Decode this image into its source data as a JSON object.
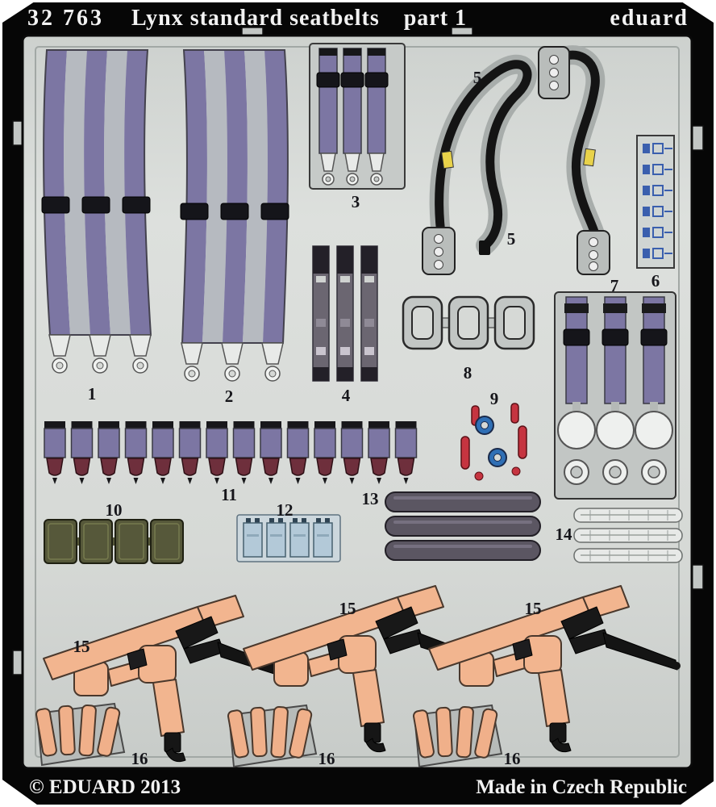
{
  "header": {
    "catalog_number": "32 763",
    "title": "Lynx standard seatbelts",
    "part_suffix": "part 1",
    "brand": "eduard"
  },
  "footer": {
    "copyright": "© EDUARD 2013",
    "origin": "Made in Czech Republic"
  },
  "labels": {
    "part1": "1",
    "part2": "2",
    "part3": "3",
    "part4": "4",
    "part5": "5",
    "part6": "6",
    "part7": "7",
    "part8": "8",
    "part9": "9",
    "part10": "10",
    "part11": "11",
    "part12": "12",
    "part13": "13",
    "part14": "14",
    "part15": "15",
    "part16": "16"
  },
  "colors": {
    "sheet_gray": "#d6d9d6",
    "belt_purple": "#7c76a3",
    "webbing_gray": "#b6bac0",
    "buckle_black": "#17171a",
    "olive_green": "#56583a",
    "pale_blue": "#b3c9d8",
    "harness_orange": "#f2b58f",
    "signal_red": "#c63440",
    "signal_blue": "#2f6fb5",
    "maroon": "#6e2f3c",
    "marking_yellow": "#e8d24a"
  }
}
